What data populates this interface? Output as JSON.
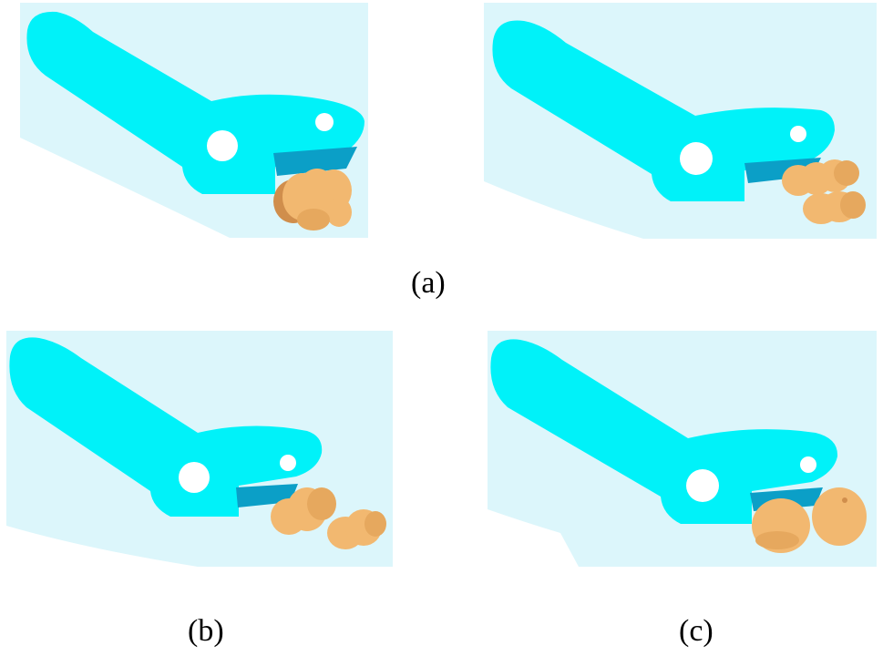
{
  "captions": {
    "a": "(a)",
    "b": "(b)",
    "c": "(c)"
  },
  "colors": {
    "background_panel": "#dcf6fb",
    "arm": "#00f2f9",
    "arm_shadow": "#00c6dc",
    "jaw_dark": "#0b9fc7",
    "grain": "#f2b870",
    "grain_shade": "#d08e4c",
    "hole": "#ffffff"
  },
  "icons": {
    "arm": "gripper-arm",
    "grain": "grain-cluster"
  }
}
